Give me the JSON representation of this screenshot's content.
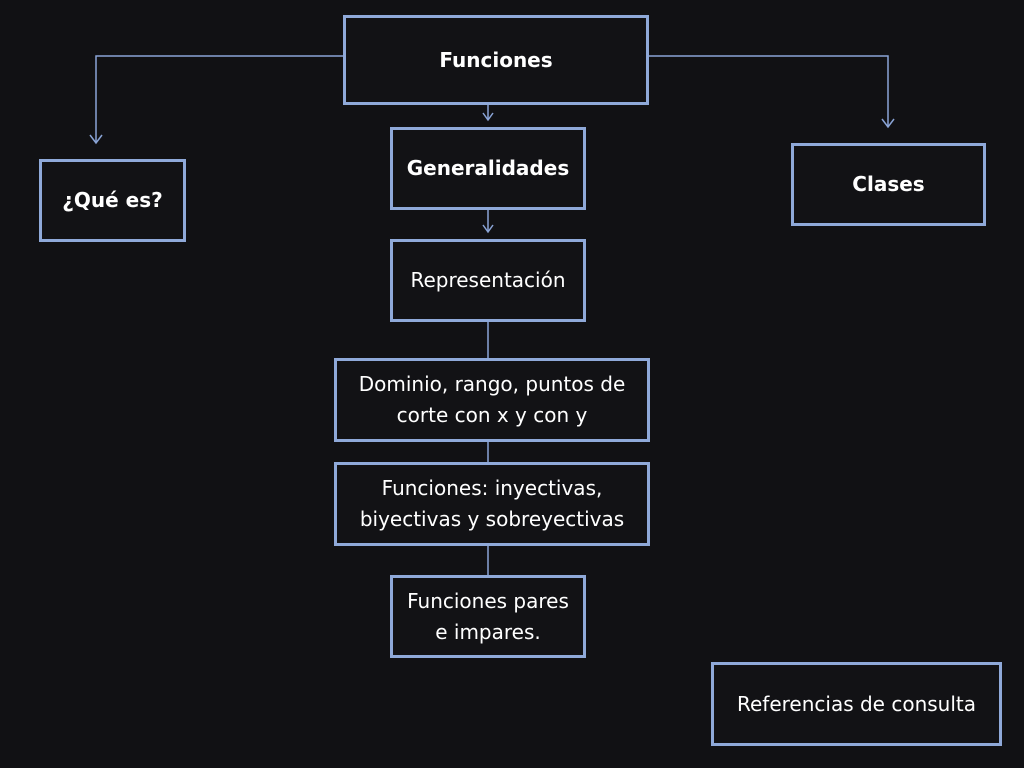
{
  "diagram": {
    "root": {
      "label": "Funciones"
    },
    "left": {
      "label": "¿Qué es?"
    },
    "right": {
      "label": "Clases"
    },
    "center": [
      {
        "label": "Generalidades"
      },
      {
        "label": "Representación"
      },
      {
        "label": "Dominio, rango, puntos de\ncorte con x y con y"
      },
      {
        "label": "Funciones: inyectivas,\nbiyectivas y sobreyectivas"
      },
      {
        "label": "Funciones pares\ne impares."
      }
    ],
    "references": {
      "label": "Referencias de consulta"
    }
  },
  "colors": {
    "background": "#111114",
    "border": "#8fa9d9",
    "connector": "#8aa4d6",
    "text": "#ffffff"
  }
}
